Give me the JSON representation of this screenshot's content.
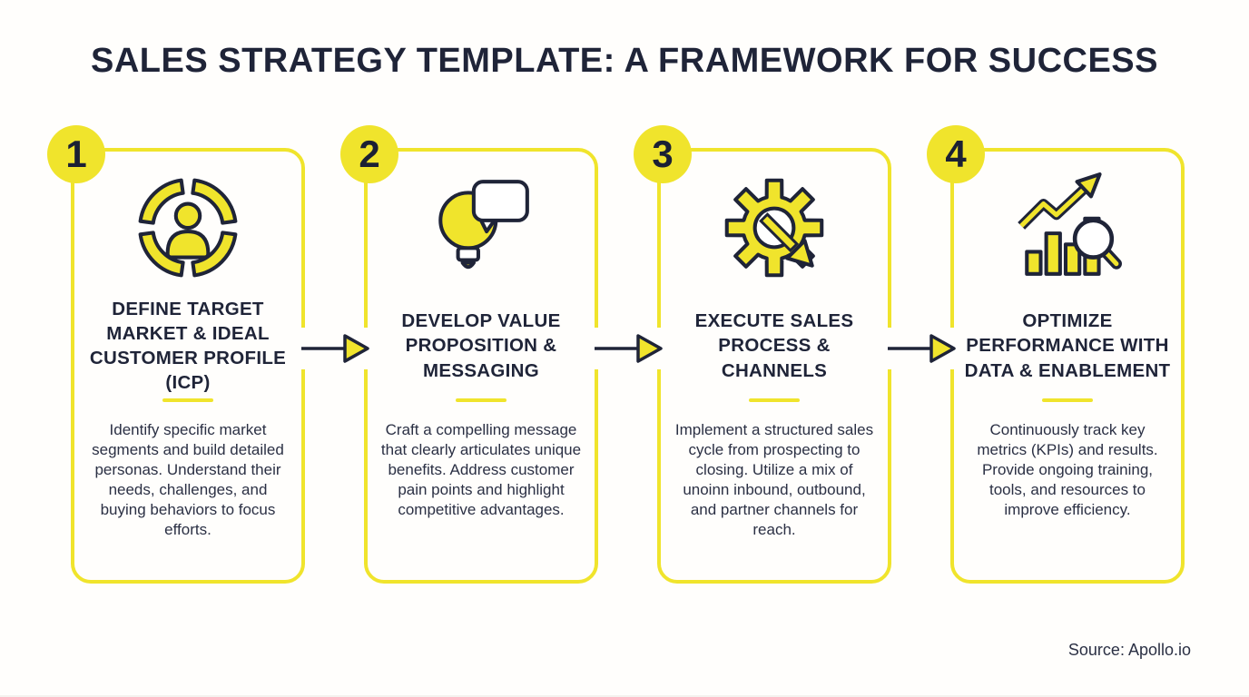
{
  "header": {
    "title": "SALES STRATEGY TEMPLATE: A FRAMEWORK FOR SUCCESS"
  },
  "colors": {
    "yellow": "#f0e42c",
    "navy": "#1f2438",
    "body_text": "#2b3044",
    "background": "#fffefc"
  },
  "steps": [
    {
      "number": "1",
      "icon": "target-customer-icon",
      "title": "DEFINE TARGET MARKET & IDEAL CUSTOMER PROFILE (ICP)",
      "description": "Identify specific market segments and build detailed personas. Understand their needs, challenges, and buying behaviors to focus efforts."
    },
    {
      "number": "2",
      "icon": "lightbulb-message-icon",
      "title": "DEVELOP VALUE PROPOSITION & MESSAGING",
      "description": "Craft a compelling message that clearly articulates unique benefits. Address customer pain points and highlight competitive advantages."
    },
    {
      "number": "3",
      "icon": "gear-arrow-icon",
      "title": "EXECUTE SALES PROCESS & CHANNELS",
      "description": "Implement a structured sales cycle from prospecting to closing. Utilize a mix of unoinn inbound, outbound, and partner channels for reach."
    },
    {
      "number": "4",
      "icon": "chart-magnifier-icon",
      "title": "OPTIMIZE PERFORMANCE WITH DATA & ENABLEMENT",
      "description": "Continuously track key metrics (KPIs) and results. Provide ongoing training, tools, and resources to improve efficiency."
    }
  ],
  "footer": {
    "source": "Source: Apollo.io"
  }
}
